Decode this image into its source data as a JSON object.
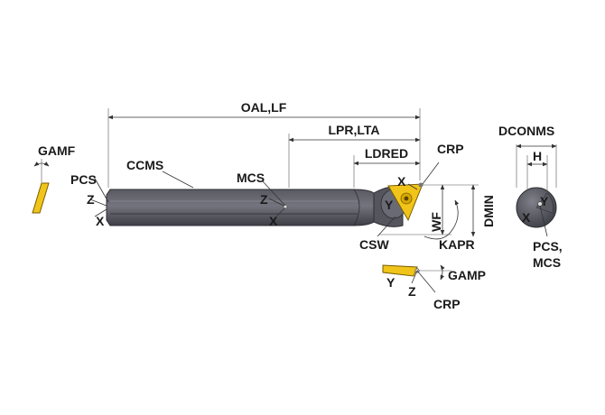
{
  "labels": {
    "oal_lf": "OAL,LF",
    "lpr_lta": "LPR,LTA",
    "ldred": "LDRED",
    "crp_top": "CRP",
    "gamf": "GAMF",
    "pcs": "PCS",
    "ccms": "CCMS",
    "mcs": "MCS",
    "z_left": "Z",
    "x_left": "X",
    "z_mid": "Z",
    "x_mid": "X",
    "x_insert": "X",
    "y_insert": "Y",
    "wf": "WF",
    "dmin": "DMIN",
    "csw": "CSW",
    "kapr": "KAPR",
    "gamp": "GAMP",
    "y_gamp": "Y",
    "z_gamp": "Z",
    "crp_bottom": "CRP",
    "dconms": "DCONMS",
    "h": "H",
    "y_end": "Y",
    "x_end": "X",
    "pcs_mcs_line1": "PCS,",
    "pcs_mcs_line2": "MCS"
  },
  "colors": {
    "bar": "#4a4a52",
    "bar_highlight": "#6e6e78",
    "insert": "#f0c419",
    "dimension": "#333333"
  }
}
